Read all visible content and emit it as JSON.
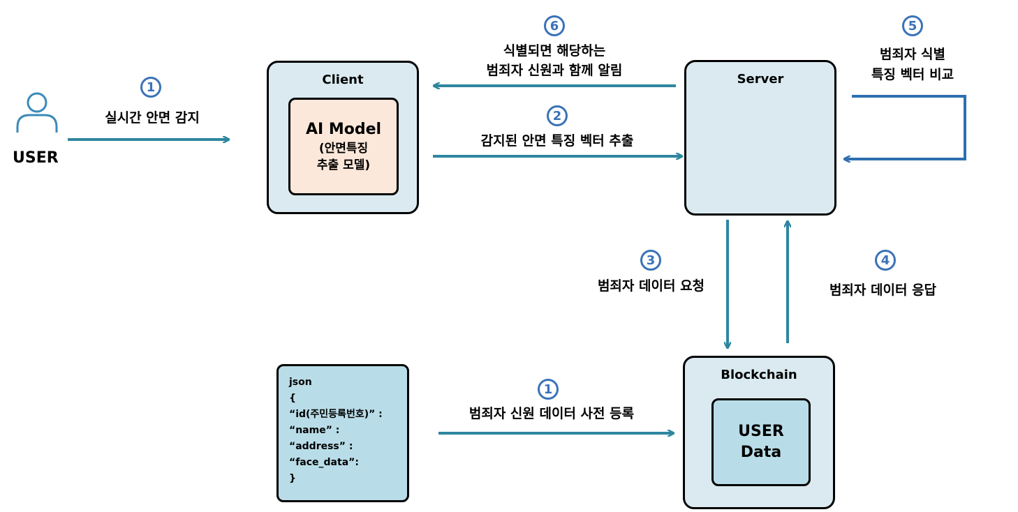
{
  "user": {
    "label": "USER"
  },
  "client": {
    "title": "Client",
    "model_title": "AI Model",
    "model_sub_line1": "(안면특징",
    "model_sub_line2": "추출 모델)"
  },
  "server": {
    "title": "Server"
  },
  "blockchain": {
    "title": "Blockchain",
    "data_line1": "USER",
    "data_line2": "Data"
  },
  "json_box": {
    "lines": [
      "json",
      "{",
      "“id(주민등록번호)” :",
      "“name” :",
      "“address” :",
      "“face_data”:",
      "}"
    ]
  },
  "steps": [
    {
      "num": "1",
      "label": "실시간 안면 감지"
    },
    {
      "num": "2",
      "label": "감지된 안면 특징 벡터 추출"
    },
    {
      "num": "3",
      "label": "범죄자 데이터 요청"
    },
    {
      "num": "4",
      "label": "범죄자 데이터 응답"
    },
    {
      "num": "5",
      "label_line1": "범죄자 식별",
      "label_line2": "특징 벡터 비교"
    },
    {
      "num": "6",
      "label_line1": "식별되면 해당하는",
      "label_line2": "범죄자 신원과 함께 알림"
    },
    {
      "num": "1",
      "label": "범죄자 신원 데이터 사전 등록"
    }
  ],
  "colors": {
    "arrow": "#2e86a0",
    "step_circle": "#3a72b8",
    "box_fill": "#daeaf0",
    "ai_model_fill": "#fce8da",
    "json_fill": "#b9dde8",
    "user_icon": "#3a8ab8"
  }
}
